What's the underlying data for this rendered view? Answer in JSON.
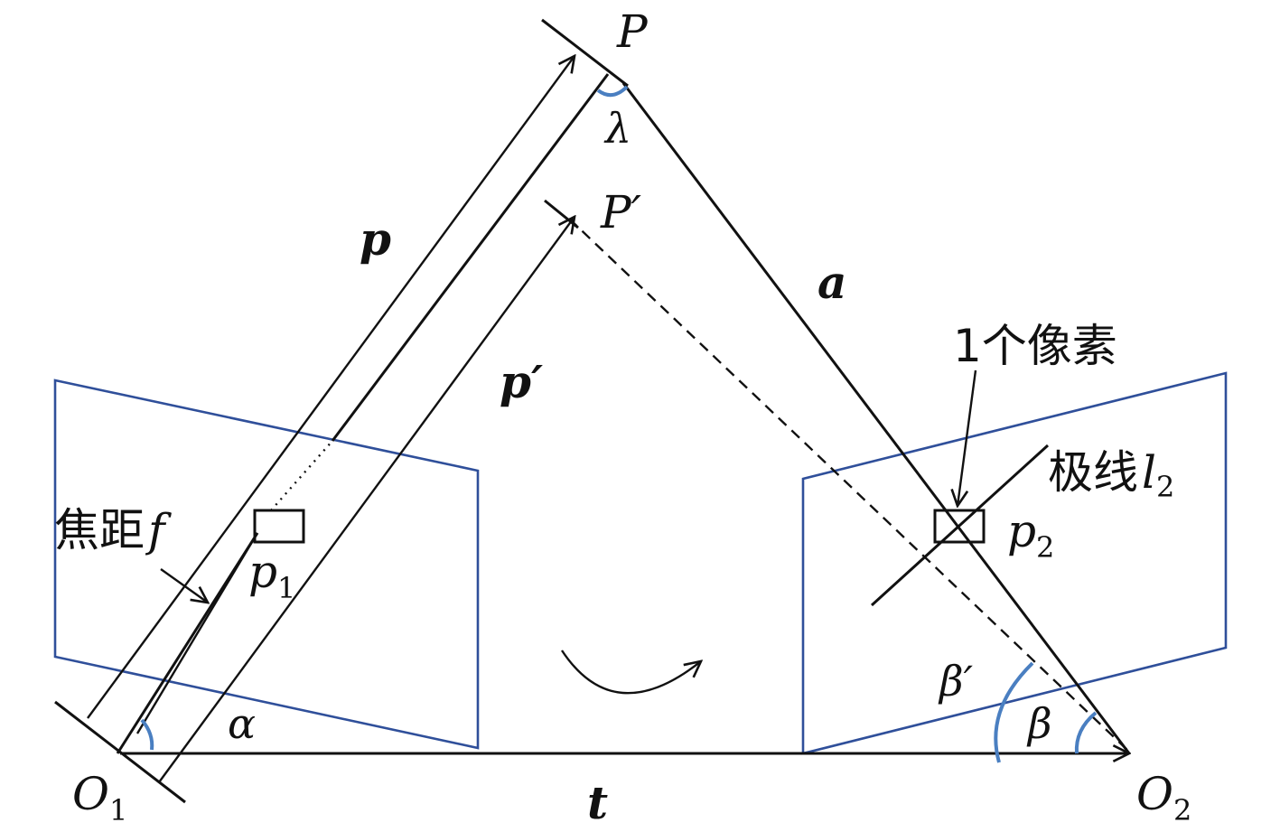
{
  "colors": {
    "ink": "#111111",
    "plane": "#2f4f9a",
    "angle": "#4a7fc1",
    "background": "#ffffff"
  },
  "labels": {
    "P": "P",
    "P_prime": "P′",
    "lambda": "λ",
    "p": "p",
    "p_prime": "p′",
    "a": "a",
    "t": "t",
    "alpha": "α",
    "beta": "β",
    "beta_prime": "β′",
    "O1": "O",
    "O1_sub": "1",
    "O2": "O",
    "O2_sub": "2",
    "p1": "p",
    "p1_sub": "1",
    "p2": "p",
    "p2_sub": "2",
    "focal_text": "焦距",
    "focal_symbol": "f",
    "pixel_text": "1个像素",
    "epiline_text": "极线",
    "epiline_symbol": "l",
    "epiline_sub": "2"
  },
  "icons": {
    "rotation_arrow": "curved-arrow-icon"
  }
}
